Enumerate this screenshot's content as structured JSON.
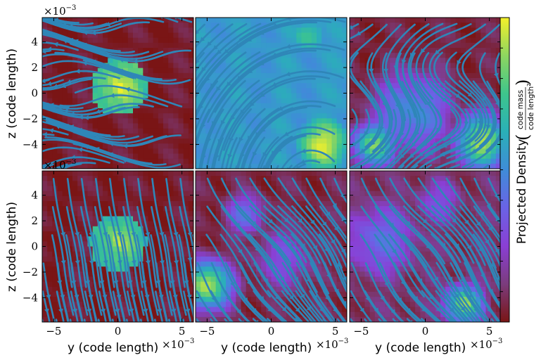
{
  "chart_data": {
    "type": "heatmap",
    "layout": {
      "rows": 2,
      "cols": 3
    },
    "title": "",
    "xlabel": "y  (code length)",
    "ylabel": "z  (code length)",
    "x_scale_label": "×10",
    "x_scale_exp": "−3",
    "y_scale_label": "×10",
    "y_scale_exp": "−3",
    "xlim": [
      -5.9,
      5.9
    ],
    "ylim": [
      -5.9,
      5.9
    ],
    "x_ticks": [
      -5,
      0,
      5
    ],
    "x_tick_labels": [
      "−5",
      "0",
      "5"
    ],
    "y_ticks": [
      -4,
      -2,
      0,
      2,
      4
    ],
    "y_tick_labels": [
      "−4",
      "−2",
      "0",
      "2",
      "4"
    ],
    "overlay": "streamlines",
    "stream_color": "#2f86b8",
    "colorbar": {
      "label": "Projected Density",
      "unit_numerator": "code mass",
      "unit_denominator": "code length",
      "unit_denominator_exp": "2",
      "colormap": [
        "#7a1515",
        "#7b3c7d",
        "#8a3fd4",
        "#6a63e6",
        "#3f8cd8",
        "#2ab0b8",
        "#3ec58c",
        "#8ed660",
        "#f4f02a"
      ]
    },
    "panels": [
      {
        "id": "top-left",
        "row": 0,
        "col": 0,
        "background_level": 0.02,
        "blobs": [
          {
            "y": 0.1,
            "z": 0.5,
            "r": 2.2,
            "level": 0.97,
            "shape": "disk"
          }
        ],
        "flow": "wavy-horizontal"
      },
      {
        "id": "top-center",
        "row": 0,
        "col": 1,
        "background_level": 0.55,
        "blobs": [
          {
            "y": 4.0,
            "z": -4.0,
            "r": 2.8,
            "level": 0.95
          },
          {
            "y": -3.5,
            "z": 1.5,
            "r": 2.5,
            "level": 0.32
          },
          {
            "y": 3.0,
            "z": 4.5,
            "r": 2.0,
            "level": 0.75
          }
        ],
        "flow": "curving-left"
      },
      {
        "id": "top-right",
        "row": 0,
        "col": 2,
        "background_level": 0.05,
        "blobs": [
          {
            "y": 4.5,
            "z": -3.8,
            "r": 2.0,
            "level": 0.92
          },
          {
            "y": -4.0,
            "z": -4.0,
            "r": 1.6,
            "level": 0.85
          },
          {
            "y": -1.0,
            "z": -1.5,
            "r": 3.0,
            "level": 0.5
          }
        ],
        "flow": "swirl"
      },
      {
        "id": "bottom-left",
        "row": 1,
        "col": 0,
        "background_level": 0.02,
        "blobs": [
          {
            "y": 0.0,
            "z": 0.3,
            "r": 2.2,
            "level": 0.92,
            "shape": "disk"
          }
        ],
        "flow": "vertical-tilted"
      },
      {
        "id": "bottom-center",
        "row": 1,
        "col": 1,
        "background_level": 0.06,
        "blobs": [
          {
            "y": -5.0,
            "z": -3.0,
            "r": 1.8,
            "level": 0.95
          },
          {
            "y": -2.0,
            "z": 2.5,
            "r": 1.6,
            "level": 0.4
          },
          {
            "y": 1.0,
            "z": -1.0,
            "r": 2.5,
            "level": 0.3
          }
        ],
        "flow": "diagonal"
      },
      {
        "id": "bottom-right",
        "row": 1,
        "col": 2,
        "background_level": 0.1,
        "blobs": [
          {
            "y": -3.5,
            "z": 0.5,
            "r": 3.0,
            "level": 0.4
          },
          {
            "y": 3.0,
            "z": -4.5,
            "r": 1.4,
            "level": 0.9
          },
          {
            "y": 1.0,
            "z": 3.5,
            "r": 2.0,
            "level": 0.3
          }
        ],
        "flow": "diagonal"
      }
    ]
  }
}
